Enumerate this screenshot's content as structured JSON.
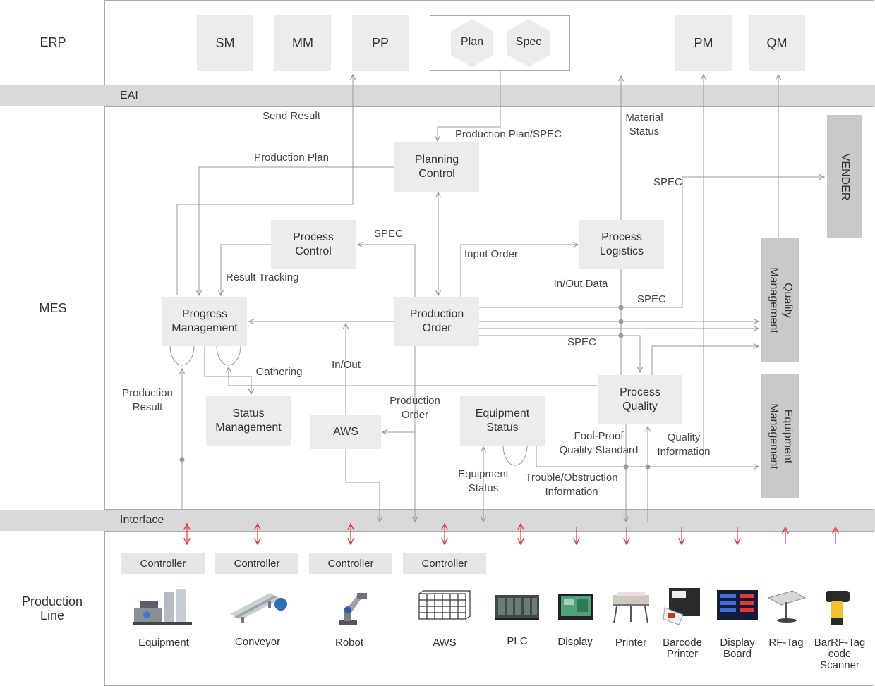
{
  "layers": {
    "erp": "ERP",
    "mes": "MES",
    "production_line": "Production\nLine"
  },
  "bands": {
    "eai": "EAI",
    "interface": "Interface"
  },
  "erp_modules": {
    "sm": "SM",
    "mm": "MM",
    "pp": "PP",
    "plan": "Plan",
    "spec": "Spec",
    "pm": "PM",
    "qm": "QM"
  },
  "mes_boxes": {
    "planning_control": "Planning\nControl",
    "process_control": "Process\nControl",
    "process_logistics": "Process\nLogistics",
    "progress_management": "Progress\nManagement",
    "production_order": "Production\nOrder",
    "status_management": "Status\nManagement",
    "aws": "AWS",
    "equipment_status": "Equipment\nStatus",
    "process_quality": "Process\nQuality",
    "vender": "VENDER",
    "quality_management": "Quality\nManagement",
    "equipment_management": "Equipment\nManagement"
  },
  "flow_labels": {
    "send_result": "Send Result",
    "production_plan_spec": "Production Plan/SPEC",
    "production_plan": "Production Plan",
    "material_status": "Material\nStatus",
    "spec_1": "SPEC",
    "spec_2": "SPEC",
    "spec_3": "SPEC",
    "spec_4": "SPEC",
    "input_order": "Input Order",
    "result_tracking": "Result Tracking",
    "in_out_data": "In/Out Data",
    "gathering": "Gathering",
    "in_out": "In/Out",
    "production_result": "Production\nResult",
    "production_order": "Production\nOrder",
    "fool_proof": "Fool-Proof\nQuality Standard",
    "quality_information": "Quality\nInformation",
    "equipment_status": "Equipment\nStatus",
    "trouble": "Trouble/Obstruction\nInformation"
  },
  "controllers": [
    "Controller",
    "Controller",
    "Controller",
    "Controller"
  ],
  "devices": [
    {
      "name": "Equipment",
      "icon": "equipment-icon"
    },
    {
      "name": "Conveyor",
      "icon": "conveyor-icon"
    },
    {
      "name": "Robot",
      "icon": "robot-icon"
    },
    {
      "name": "AWS",
      "icon": "aws-rack-icon"
    },
    {
      "name": "PLC",
      "icon": "plc-icon"
    },
    {
      "name": "Display",
      "icon": "display-icon"
    },
    {
      "name": "Printer",
      "icon": "printer-icon"
    },
    {
      "name": "Barcode\nPrinter",
      "icon": "barcode-printer-icon"
    },
    {
      "name": "Display\nBoard",
      "icon": "display-board-icon"
    },
    {
      "name": "RF-Tag",
      "icon": "rf-tag-icon"
    },
    {
      "name": "BarRF-Tag\ncode\nScanner",
      "icon": "scanner-icon"
    }
  ],
  "colors": {
    "box": "#ececec",
    "side_box": "#c9c9c9",
    "band": "#d9d9d9",
    "line": "#999999",
    "interface_arrow": "#e53935"
  }
}
